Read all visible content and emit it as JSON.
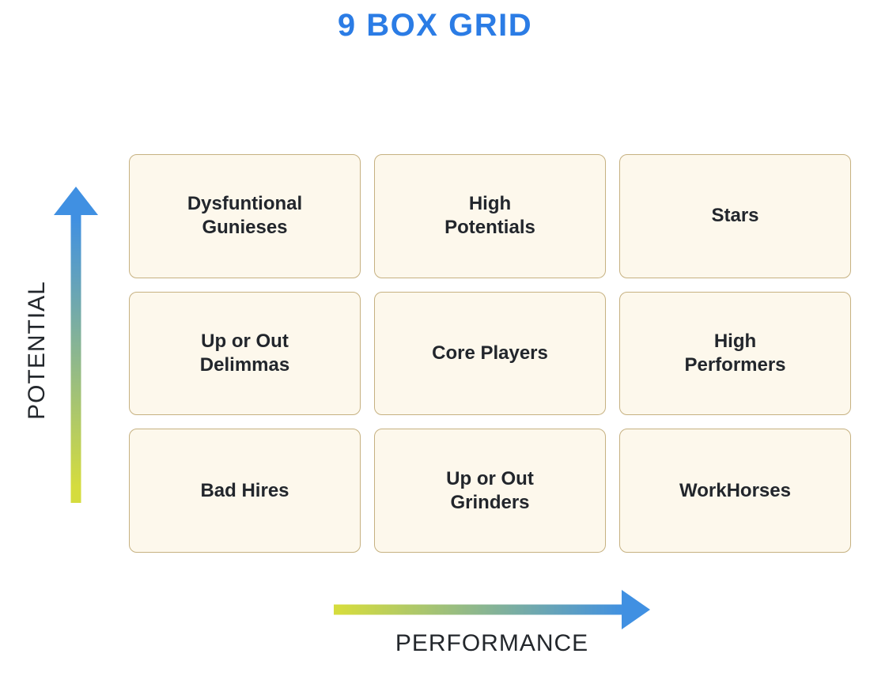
{
  "title": "9 BOX GRID",
  "y_axis": {
    "label": "POTENTIAL"
  },
  "x_axis": {
    "label": "PERFORMANCE"
  },
  "grid": {
    "cells": [
      "Dysfuntional\nGunieses",
      "High\nPotentials",
      "Stars",
      "Up or Out\nDelimmas",
      "Core Players",
      "High\nPerformers",
      "Bad Hires",
      "Up or Out\nGrinders",
      "WorkHorses"
    ]
  },
  "colors": {
    "title_blue": "#2B7CE5",
    "arrow_blue": "#4090E2",
    "arrow_yellow": "#D5DC3E",
    "box_bg": "#FDF8EC",
    "box_border": "#C6B181",
    "text_dark": "#22262C",
    "axis_label": "#23272C"
  }
}
